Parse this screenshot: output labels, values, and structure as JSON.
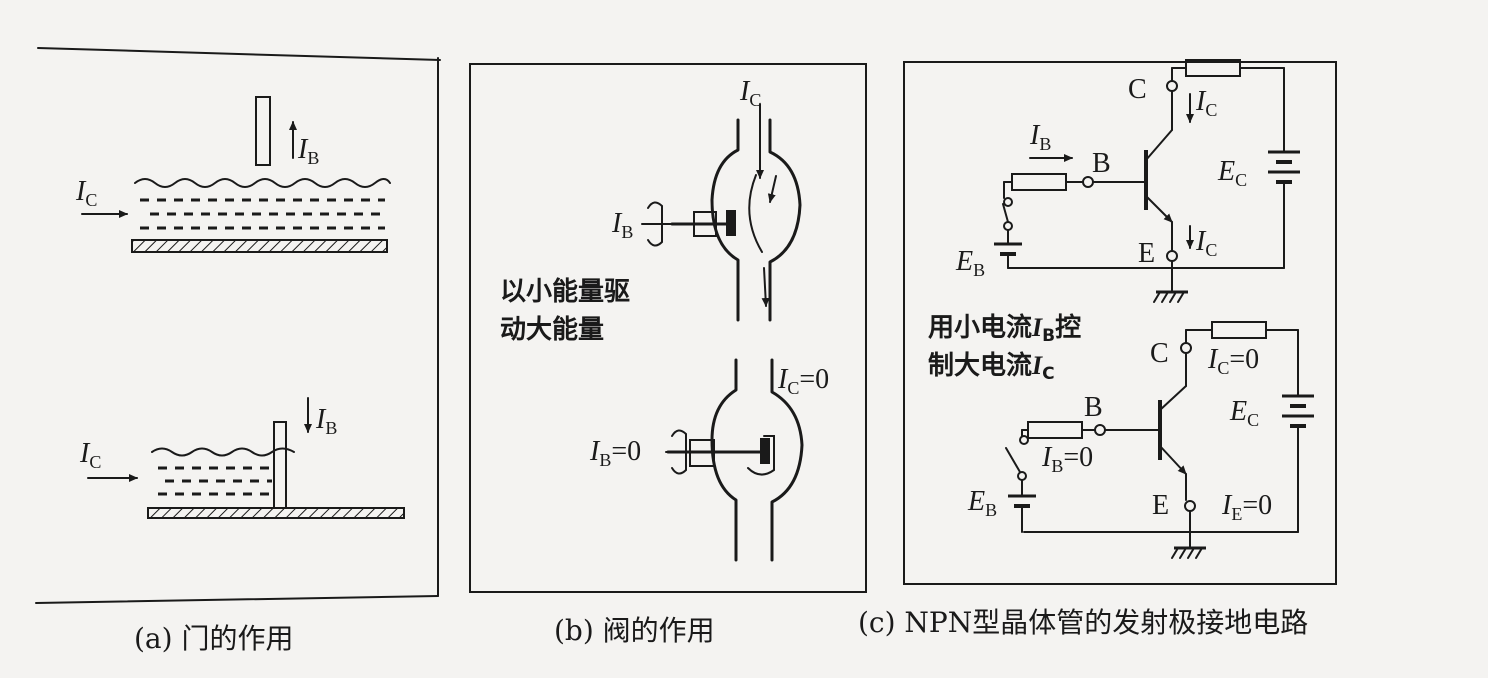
{
  "panel_a": {
    "caption": "(a) 门的作用",
    "top": {
      "ic_label": "I",
      "ic_sub": "C",
      "ib_label": "I",
      "ib_sub": "B"
    },
    "bottom": {
      "ic_label": "I",
      "ic_sub": "C",
      "ib_label": "I",
      "ib_sub": "B"
    }
  },
  "panel_b": {
    "caption": "(b) 阀的作用",
    "note_line1": "以小能量驱",
    "note_line2": "动大能量",
    "top": {
      "ic_label": "I",
      "ic_sub": "C",
      "ib_label": "I",
      "ib_sub": "B"
    },
    "bottom": {
      "ic_label": "I",
      "ic_sub": "C",
      "ic_value": "=0",
      "ib_label": "I",
      "ib_sub": "B",
      "ib_value": "=0"
    }
  },
  "panel_c": {
    "caption": "(c) NPN型晶体管的发射极接地电路",
    "note_line1_pre": "用小电流",
    "note_line1_var": "I",
    "note_line1_sub": "B",
    "note_line1_post": "控",
    "note_line2_pre": "制大电流",
    "note_line2_var": "I",
    "note_line2_sub": "C",
    "top": {
      "c": "C",
      "b": "B",
      "e": "E",
      "ic_label": "I",
      "ic_sub": "C",
      "ib_label": "I",
      "ib_sub": "B",
      "ie_label": "I",
      "ie_sub": "C",
      "ec_label": "E",
      "ec_sub": "C",
      "eb_label": "E",
      "eb_sub": "B"
    },
    "bottom": {
      "c": "C",
      "b": "B",
      "e": "E",
      "ic_label": "I",
      "ic_sub": "C",
      "ic_value": "=0",
      "ib_label": "I",
      "ib_sub": "B",
      "ib_value": "=0",
      "ie_label": "I",
      "ie_sub": "E",
      "ie_value": "=0",
      "ec_label": "E",
      "ec_sub": "C",
      "eb_label": "E",
      "eb_sub": "B"
    }
  }
}
